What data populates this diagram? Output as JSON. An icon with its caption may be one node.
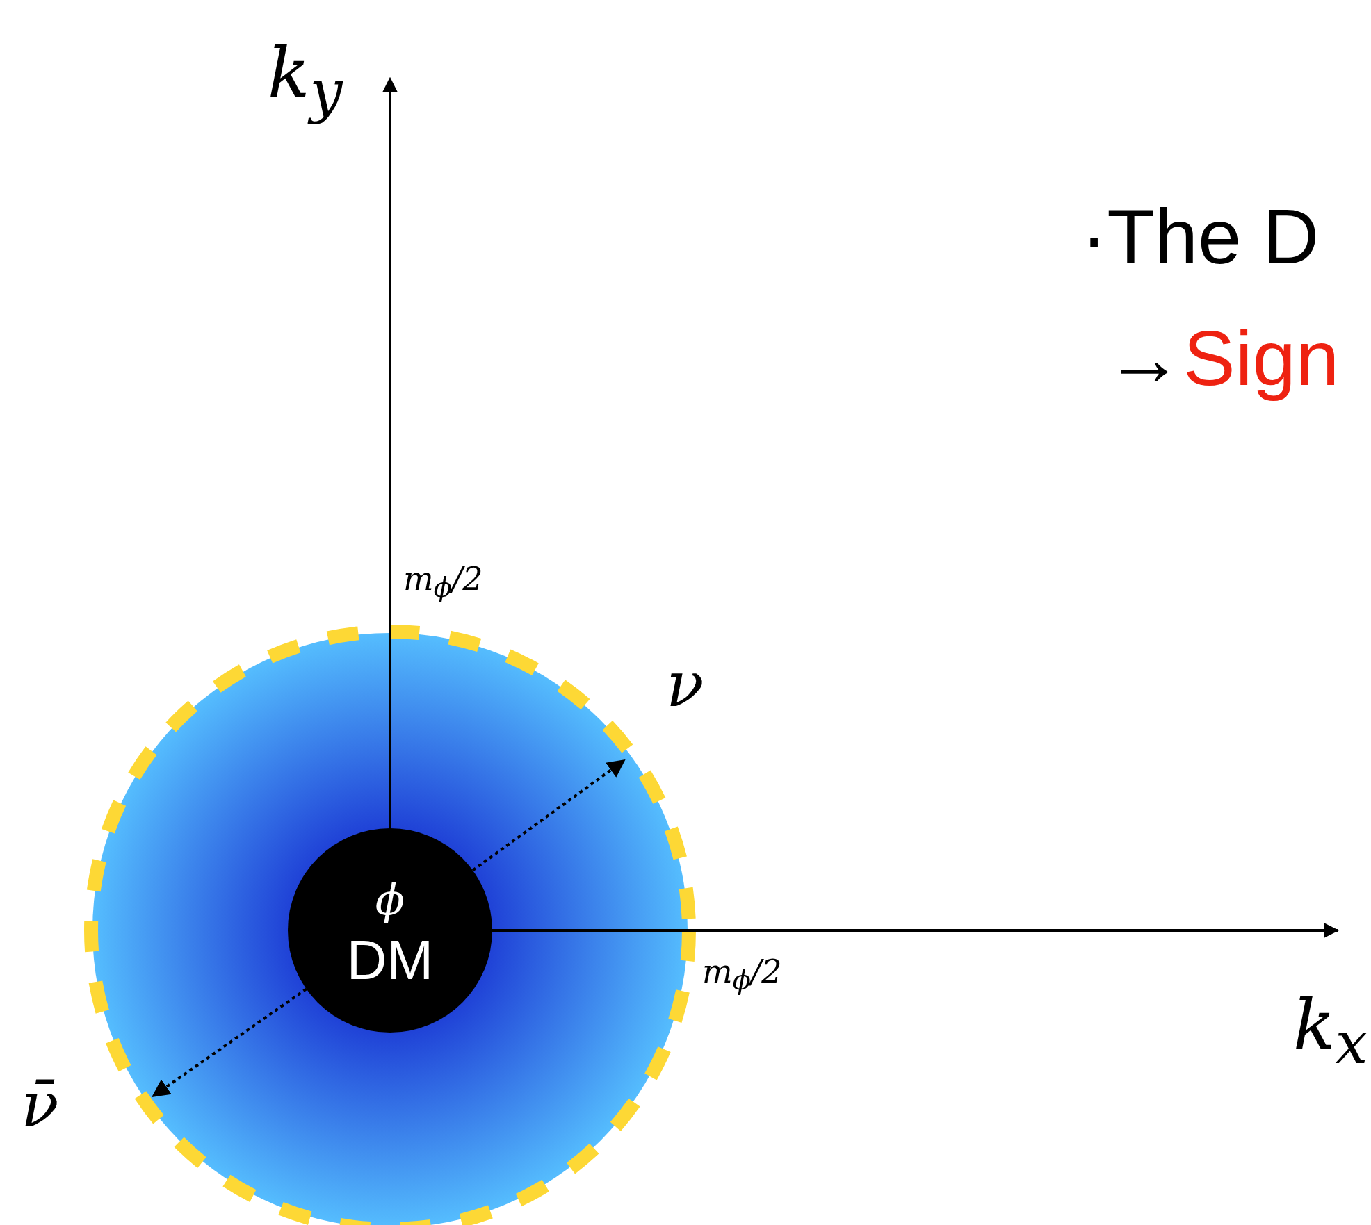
{
  "diagram": {
    "nodes": [
      {
        "text": [],
        "shape": "circle"
      },
      {
        "text": [
          "ϕ",
          "DM"
        ],
        "in": 0
      }
    ],
    "edges": [
      {
        "from": 1,
        "to": 0,
        "arrow": "to",
        "style": "dashed"
      },
      {
        "from": 1,
        "to": 0,
        "arrow": "to",
        "style": "dashed"
      }
    ],
    "labels": [
      "k$_{y}$",
      "·The D",
      "→Sign",
      "m$_{ϕ}$/2",
      "ν",
      "m$_{ϕ}$/2",
      "k$_{x}$",
      "ν̄"
    ]
  }
}
